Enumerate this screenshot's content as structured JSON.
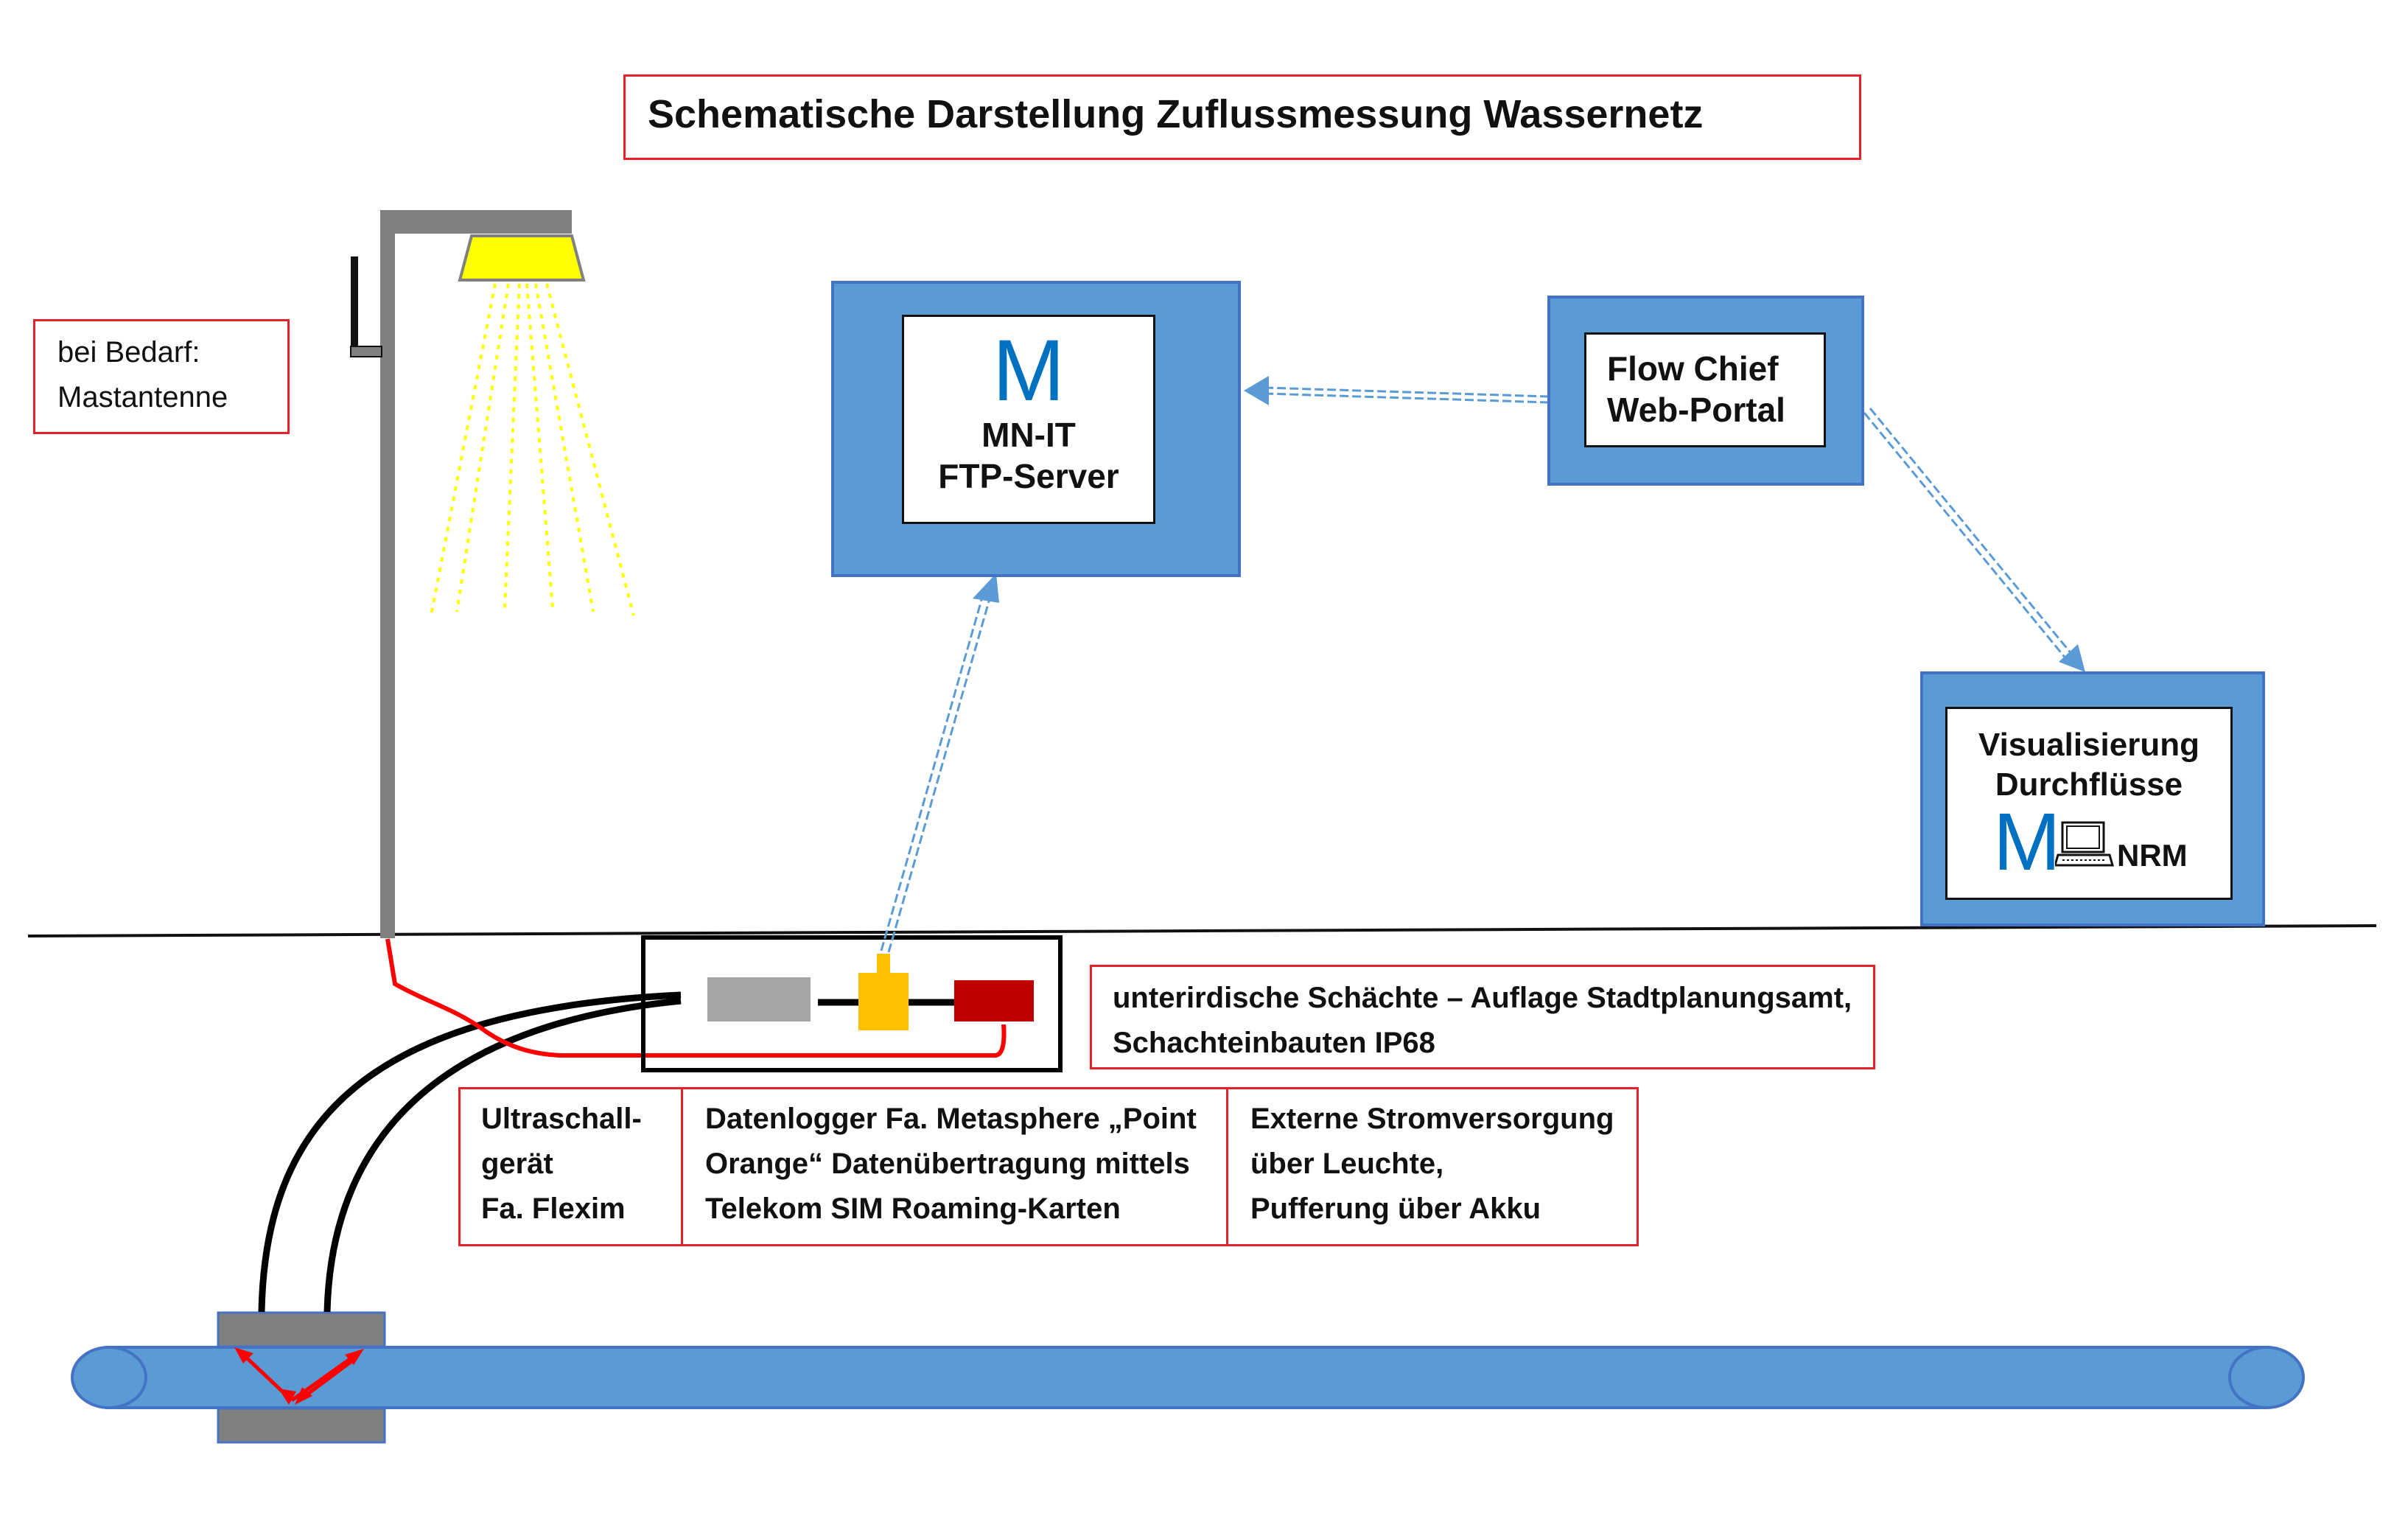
{
  "title": "Schematische Darstellung Zuflussmessung Wassernetz",
  "antenna_note": {
    "line1": "bei Bedarf:",
    "line2": "Mastantenne"
  },
  "ftp_server": {
    "logo_letter": "M",
    "line1": "MN-IT",
    "line2": "FTP-Server"
  },
  "web_portal": {
    "line1": "Flow Chief",
    "line2": "Web-Portal"
  },
  "visualization": {
    "line1": "Visualisierung",
    "line2": "Durchflüsse",
    "logo_letter": "M",
    "suffix": "NRM",
    "icon": "laptop-icon"
  },
  "shaft_note": {
    "line1": "unterirdische Schächte – Auflage Stadtplanungsamt,",
    "line2": "Schachteinbauten IP68"
  },
  "legend": {
    "ultrasonic": {
      "line1": "Ultraschall-",
      "line2": "gerät",
      "line3": "Fa. Flexim"
    },
    "datalogger": {
      "line1": "Datenlogger Fa. Metasphere „Point",
      "line2": "Orange“ Datenübertragung mittels",
      "line3": "Telekom SIM Roaming-Karten"
    },
    "power": {
      "line1": "Externe Stromversorgung",
      "line2": "über Leuchte,",
      "line3": "Pufferung über Akku"
    }
  },
  "colors": {
    "accent_blue": "#5b9bd5",
    "border_blue": "#4472c4",
    "logo_blue": "#0070c0",
    "frame_red": "#e8202a",
    "cable_red": "#ff0000",
    "lamp_yellow": "#ffff00",
    "logger_orange": "#ffc000",
    "power_red": "#c00000",
    "sensor_gray": "#a6a6a6",
    "pole_gray": "#808080"
  }
}
